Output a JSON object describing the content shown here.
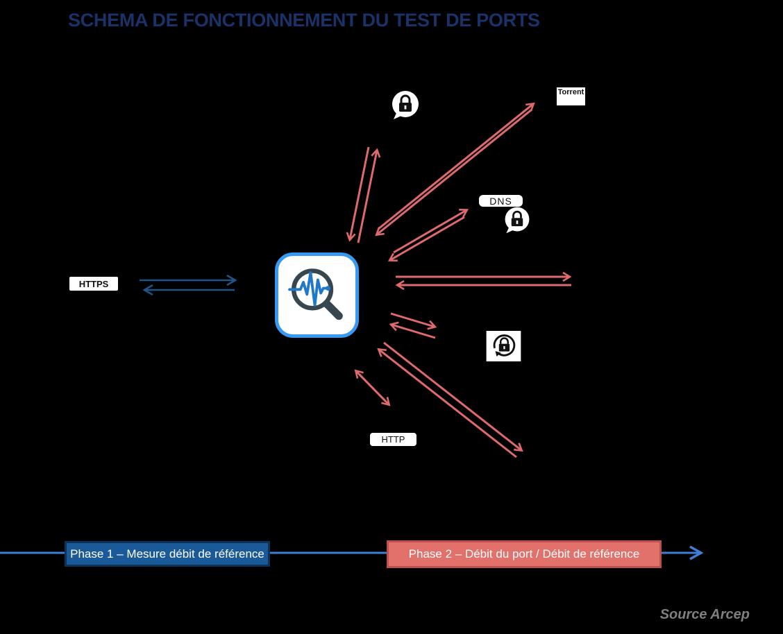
{
  "title": "SCHEMA DE FONCTIONNEMENT DU TEST DE PORTS",
  "source": "Source Arcep",
  "labels": {
    "https": "HTTPS",
    "torrent": "Torrent",
    "dns": "DNS",
    "http": "HTTP"
  },
  "phases": {
    "phase1": "Phase 1 – Mesure débit de référence",
    "phase2": "Phase 2 – Débit du port / Débit de référence"
  },
  "icons": {
    "center": "speed-test-magnifier-icon",
    "top": "encrypted-lock-bubble-icon",
    "dns": "encrypted-lock-bubble-icon",
    "right": "lock-refresh-icon"
  },
  "colors": {
    "background": "#000000",
    "title_text": "#1A3268",
    "red_arrows": "#DF6A6E",
    "blue_arrows": "#1E5488",
    "timeline_line": "#3E7FD8",
    "phase1_fill": "#1B5A99",
    "phase1_border": "#0E3158",
    "phase2_fill": "#E2706B",
    "phase2_border": "#C0504D",
    "center_icon_border": "#3799F1",
    "magnifier_glass": "#37474F",
    "pulse_line": "#1F79C8",
    "source_text": "#7F7F7F"
  }
}
